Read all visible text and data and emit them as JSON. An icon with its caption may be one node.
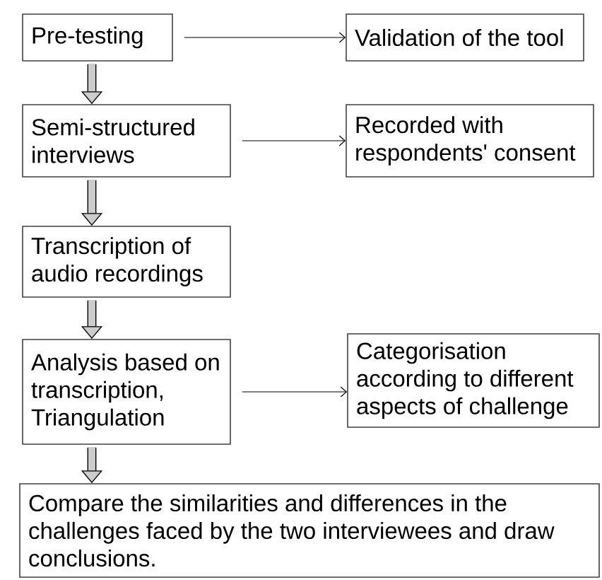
{
  "diagram": {
    "nodes": [
      {
        "text": [
          "Pre-testing"
        ]
      },
      {
        "text": [
          "Validation of the tool"
        ]
      },
      {
        "text": [
          "Semi-structured interviews"
        ]
      },
      {
        "text": [
          "Recorded with respondents' consent"
        ]
      },
      {
        "text": [
          "Transcription of audio recordings"
        ]
      },
      {
        "text": [
          "Analysis  based on transcription, Triangulation"
        ]
      },
      {
        "text": [
          "Categorisation according to different aspects of challenge"
        ]
      },
      {
        "text": [
          "Compare the similarities and differences in the challenges faced by the two interviewees and draw conclusions."
        ]
      }
    ],
    "edges": [
      {
        "from": 0,
        "to": 1,
        "arrow": "to"
      },
      {
        "from": 0,
        "to": 2,
        "arrow": "to"
      },
      {
        "from": 2,
        "to": 3,
        "arrow": "to"
      },
      {
        "from": 2,
        "to": 4,
        "arrow": "to"
      },
      {
        "from": 4,
        "to": 5,
        "arrow": "to"
      },
      {
        "from": 5,
        "to": 6,
        "arrow": "to"
      },
      {
        "from": 5,
        "to": 7,
        "arrow": "to"
      }
    ]
  }
}
